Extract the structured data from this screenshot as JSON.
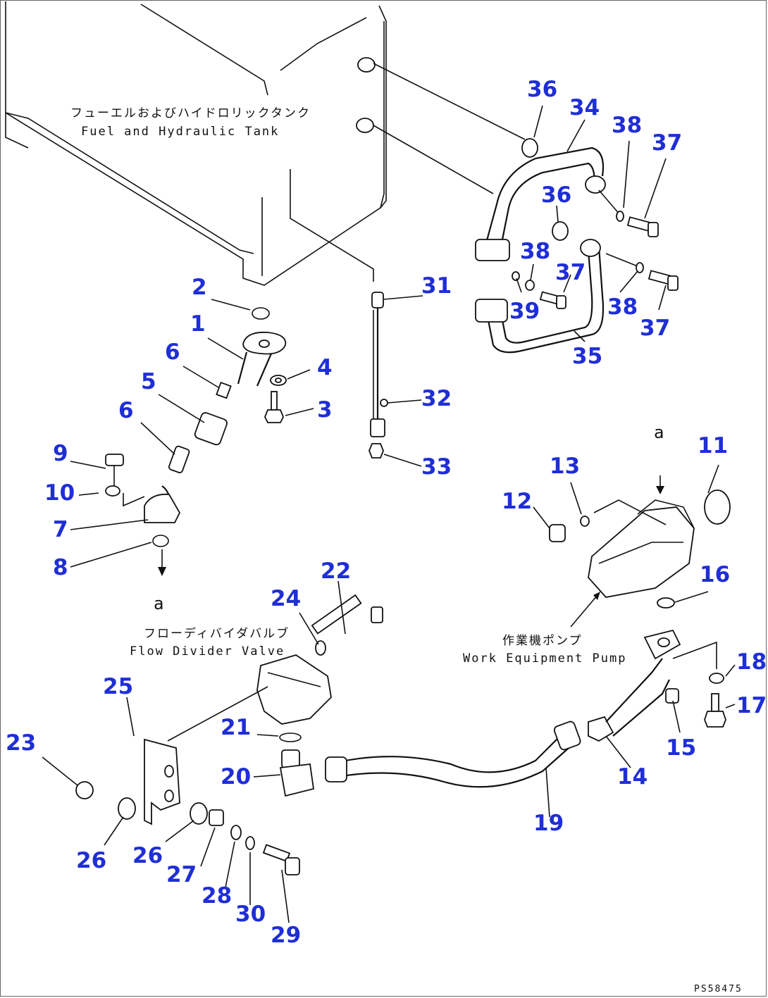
{
  "labels": {
    "tank_jp": "フューエルおよびハイドロリックタンク",
    "tank_en": "Fuel and Hydraulic Tank",
    "valve_jp": "フローディバイダバルブ",
    "valve_en": "Flow Divider Valve",
    "pump_jp": "作業機ポンプ",
    "pump_en": "Work Equipment Pump",
    "ref_a_top": "a",
    "ref_a_left": "a",
    "drawing_code": "PS58475"
  },
  "part_numbers": {
    "p1": "1",
    "p2": "2",
    "p3": "3",
    "p4": "4",
    "p5": "5",
    "p6a": "6",
    "p6b": "6",
    "p7": "7",
    "p8": "8",
    "p9": "9",
    "p10": "10",
    "p11": "11",
    "p12": "12",
    "p13": "13",
    "p14": "14",
    "p15": "15",
    "p16": "16",
    "p17": "17",
    "p18": "18",
    "p19": "19",
    "p20": "20",
    "p21": "21",
    "p22": "22",
    "p23": "23",
    "p24": "24",
    "p25": "25",
    "p26a": "26",
    "p26b": "26",
    "p27": "27",
    "p28": "28",
    "p29": "29",
    "p30": "30",
    "p31": "31",
    "p32": "32",
    "p33": "33",
    "p34": "34",
    "p35": "35",
    "p36a": "36",
    "p36b": "36",
    "p37a": "37",
    "p37b": "37",
    "p37c": "37",
    "p38a": "38",
    "p38b": "38",
    "p38c": "38",
    "p39": "39"
  },
  "colors": {
    "callout": "#1f2ed6",
    "line": "#111111",
    "background": "#ffffff"
  }
}
